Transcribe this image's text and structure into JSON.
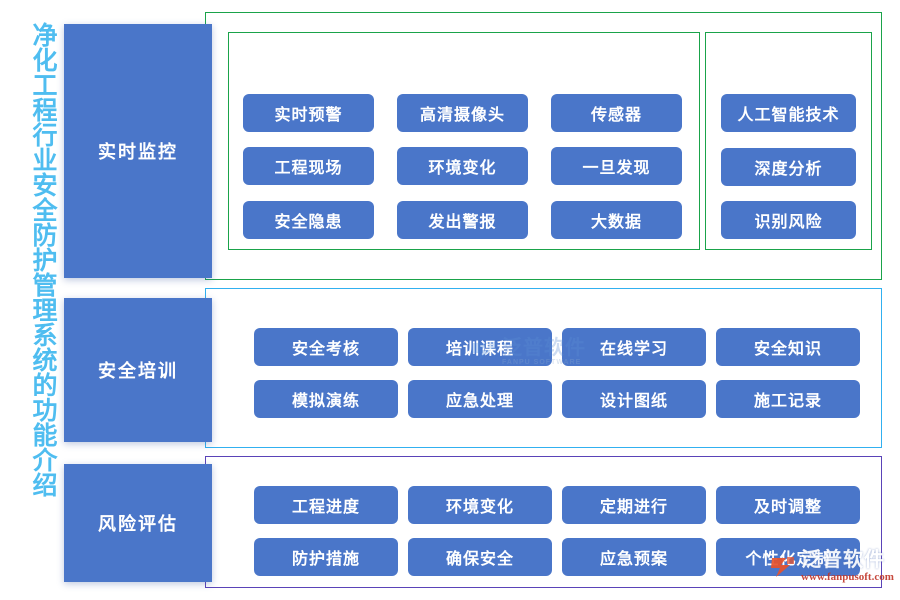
{
  "title": {
    "vertical_text": "净化工程行业安全防护管理系统的功能介绍",
    "color": "#4FBDF0"
  },
  "theme": {
    "chip_blue": "#4a76c9",
    "panel_blue": "#4a76c9",
    "row1_border": "#1aa34a",
    "row2_border": "#31b0f0",
    "row3_border": "#5a43b8"
  },
  "sections": [
    {
      "category_label": "实时监控",
      "border_color": "#1aa34a",
      "main_group": {
        "rows": [
          [
            "实时预警",
            "高清摄像头",
            "传感器"
          ],
          [
            "工程现场",
            "环境变化",
            "一旦发现"
          ],
          [
            "安全隐患",
            "发出警报",
            "大数据"
          ]
        ]
      },
      "aside_group": {
        "rows": [
          [
            "人工智能技术"
          ],
          [
            "深度分析"
          ],
          [
            "识别风险"
          ]
        ]
      }
    },
    {
      "category_label": "安全培训",
      "border_color": "#31b0f0",
      "main_group": {
        "rows": [
          [
            "安全考核",
            "培训课程",
            "在线学习",
            "安全知识"
          ],
          [
            "模拟演练",
            "应急处理",
            "设计图纸",
            "施工记录"
          ]
        ]
      }
    },
    {
      "category_label": "风险评估",
      "border_color": "#5a43b8",
      "main_group": {
        "rows": [
          [
            "工程进度",
            "环境变化",
            "定期进行",
            "及时调整"
          ],
          [
            "防护措施",
            "确保安全",
            "应急预案",
            "个性化定制"
          ]
        ]
      }
    }
  ],
  "watermarks": {
    "center": {
      "cn": "泛普软件",
      "en": "FANPU SOFTWARE"
    },
    "bottom": {
      "cn": "泛普软件",
      "url": "www.fanpusoft.com"
    }
  }
}
